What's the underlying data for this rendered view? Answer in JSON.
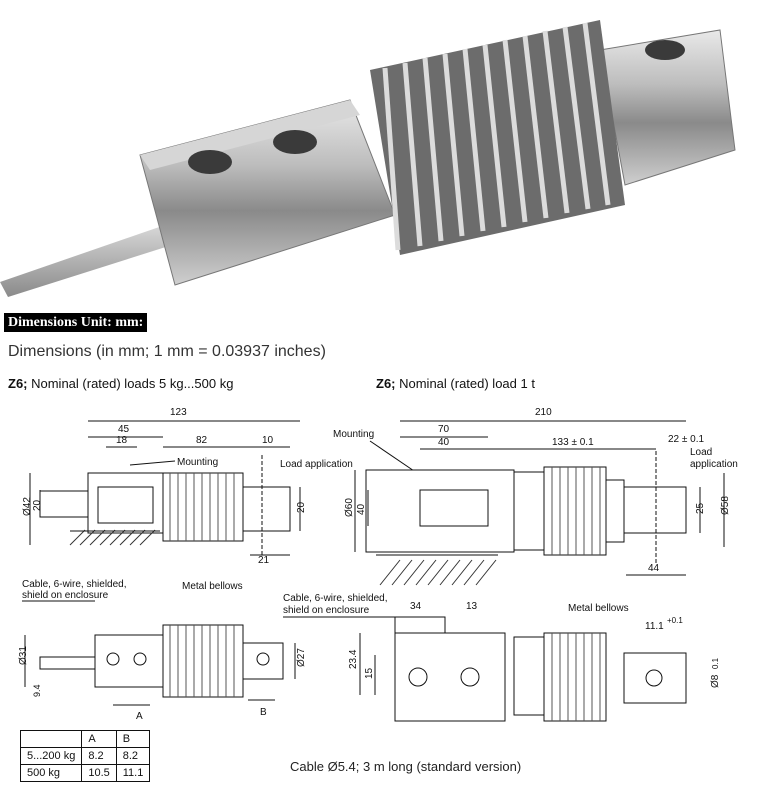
{
  "banner": "Dimensions Unit: mm:",
  "heading": "Dimensions (in mm; 1 mm = 0.03937 inches)",
  "left": {
    "model": "Z6;",
    "title": " Nominal (rated) loads 5 kg...500 kg",
    "dims": [
      "123",
      "45",
      "18",
      "82",
      "10",
      "21",
      "20",
      "20",
      "Ø42"
    ],
    "labels": {
      "mounting": "Mounting",
      "load": "Load application",
      "cable": "Cable, 6-wire, shielded,",
      "cable2": "shield on enclosure",
      "bellows": "Metal bellows",
      "a": "A",
      "b": "B",
      "d31": "Ø31",
      "d27": "Ø27",
      "d9": "9.4"
    }
  },
  "right": {
    "model": "Z6;",
    "title": " Nominal (rated) load 1 t",
    "dims": [
      "210",
      "70",
      "40",
      "133 ± 0.1",
      "22 ± 0.1",
      "Ø60",
      "40",
      "25",
      "Ø58",
      "44",
      "34",
      "13",
      "11.1",
      "+0.1",
      "23.4",
      "15",
      "Ø8",
      "0.1"
    ],
    "labels": {
      "mounting": "Mounting",
      "load1": "Load",
      "load2": "application",
      "cable": "Cable, 6-wire, shielded,",
      "cable2": "shield on enclosure",
      "bellows": "Metal bellows"
    }
  },
  "table": {
    "header": [
      "",
      "A",
      "B"
    ],
    "rows": [
      [
        "5...200 kg",
        "8.2",
        "8.2"
      ],
      [
        "500 kg",
        "10.5",
        "11.1"
      ]
    ]
  },
  "cable_note": "Cable Ø5.4; 3 m long (standard version)"
}
